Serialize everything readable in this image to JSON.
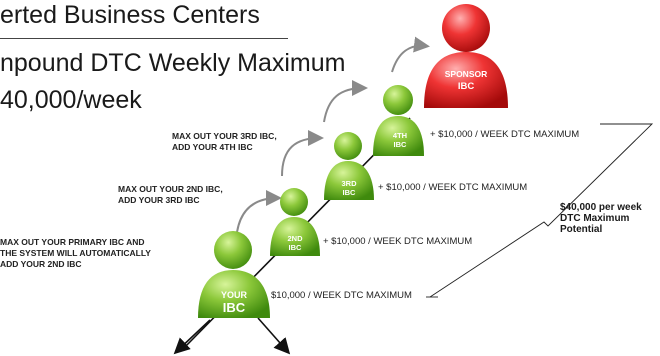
{
  "header": {
    "title": "erted Business Centers",
    "subtitle_line1": "npound DTC Weekly Maximum",
    "subtitle_line2": "40,000/week"
  },
  "steps": [
    {
      "line1": "MAX OUT YOUR PRIMARY IBC AND",
      "line2": "THE SYSTEM WILL AUTOMATICALLY",
      "line3": "ADD YOUR 2ND IBC"
    },
    {
      "line1": "MAX OUT YOUR 2ND IBC,",
      "line2": "ADD YOUR 3RD IBC"
    },
    {
      "line1": "MAX OUT YOUR 3RD IBC,",
      "line2": "ADD YOUR 4TH IBC"
    }
  ],
  "figures": {
    "your": {
      "top": "YOUR",
      "bottom": "IBC"
    },
    "second": {
      "top": "2ND",
      "bottom": "IBC"
    },
    "third": {
      "top": "3RD",
      "bottom": "IBC"
    },
    "fourth": {
      "top": "4TH",
      "bottom": "IBC"
    },
    "sponsor": {
      "top": "SPONSOR",
      "bottom": "IBC"
    }
  },
  "dtc_labels": {
    "your": "$10,000 / WEEK DTC MAXIMUM",
    "second": "+ $10,000 / WEEK DTC MAXIMUM",
    "third": "+ $10,000 / WEEK DTC MAXIMUM",
    "fourth": "+ $10,000 / WEEK DTC MAXIMUM"
  },
  "potential": {
    "line1": "$40,000 per week",
    "line2": "DTC Maximum",
    "line3": "Potential"
  },
  "colors": {
    "green_light": "#b5e06a",
    "green_dark": "#4c9a12",
    "red_light": "#ff8a8a",
    "red_dark": "#c40d0d",
    "arrow_gray": "#8a8a8a"
  }
}
